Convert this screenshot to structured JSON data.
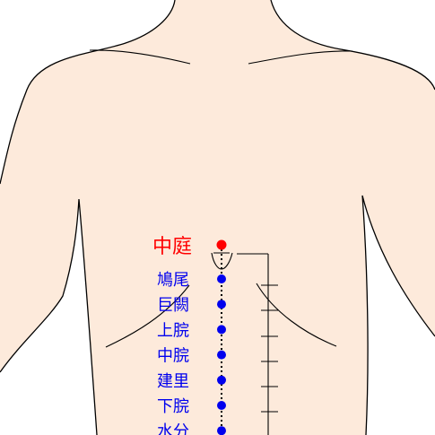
{
  "colors": {
    "skin": "#fdeadb",
    "outline": "#000000",
    "highlight": "#ff0000",
    "point": "#0000ee"
  },
  "points": [
    {
      "id": "zhongting",
      "label": "中庭",
      "highlight": true
    },
    {
      "id": "jiuwei",
      "label": "鳩尾",
      "highlight": false
    },
    {
      "id": "juque",
      "label": "巨闕",
      "highlight": false
    },
    {
      "id": "shangwan",
      "label": "上脘",
      "highlight": false
    },
    {
      "id": "zhongwan",
      "label": "中脘",
      "highlight": false
    },
    {
      "id": "jianli",
      "label": "建里",
      "highlight": false
    },
    {
      "id": "xiawan",
      "label": "下脘",
      "highlight": false
    },
    {
      "id": "shuifen",
      "label": "水分",
      "highlight": false
    }
  ]
}
